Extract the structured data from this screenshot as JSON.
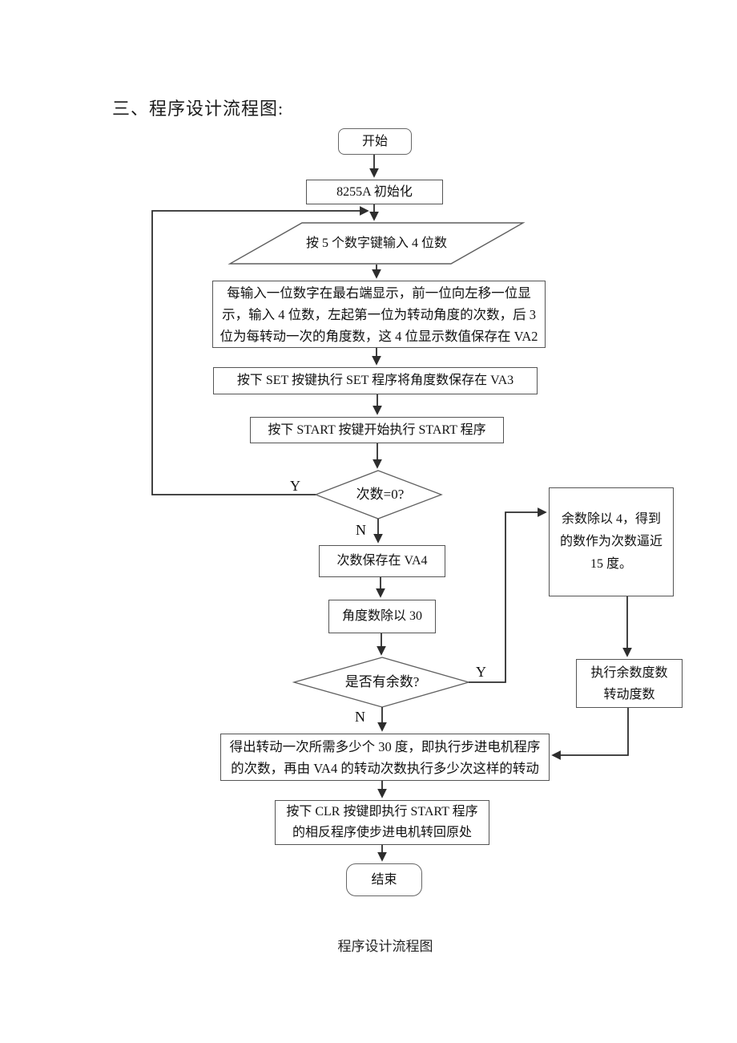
{
  "page": {
    "title": "三、程序设计流程图:",
    "caption": "程序设计流程图",
    "background": "#ffffff"
  },
  "colors": {
    "connector": "#2d2d2d",
    "shape_border": "#5f5f5f",
    "text": "#111111"
  },
  "flowchart": {
    "nodes": {
      "start": {
        "type": "terminal",
        "label": "开始"
      },
      "init": {
        "type": "process",
        "label": "8255A 初始化"
      },
      "input": {
        "type": "io",
        "label": "按 5 个数字键输入 4 位数"
      },
      "display": {
        "type": "process",
        "lines": [
          "每输入一位数字在最右端显示，前一位向左移一位显",
          "示，输入 4 位数，左起第一位为转动角度的次数，后 3",
          "位为每转动一次的角度数，这 4 位显示数值保存在 VA2"
        ]
      },
      "set": {
        "type": "process",
        "label": "按下 SET 按键执行 SET 程序将角度数保存在 VA3"
      },
      "start_run": {
        "type": "process",
        "label": "按下 START 按键开始执行 START 程序"
      },
      "count_zero": {
        "type": "decision",
        "label": "次数=0?",
        "yes": "Y",
        "no": "N"
      },
      "save_va4": {
        "type": "process",
        "label": "次数保存在 VA4"
      },
      "divide_30": {
        "type": "process",
        "label": "角度数除以 30"
      },
      "has_remainder": {
        "type": "decision",
        "label": "是否有余数?",
        "yes": "Y",
        "no": "N"
      },
      "remainder_div4": {
        "type": "process",
        "lines": [
          "余数除以 4，得到",
          "的数作为次数逼近",
          "15 度。"
        ]
      },
      "exec_remainder": {
        "type": "process",
        "lines": [
          "执行余数度数",
          "转动度数"
        ]
      },
      "result": {
        "type": "process",
        "lines": [
          "得出转动一次所需多少个 30 度，即执行步进电机程序",
          "的次数，再由 VA4 的转动次数执行多少次这样的转动"
        ]
      },
      "clr": {
        "type": "process",
        "lines": [
          "按下 CLR 按键即执行 START 程序",
          "的相反程序使步进电机转回原处"
        ]
      },
      "end": {
        "type": "terminal",
        "label": "结束"
      }
    }
  }
}
